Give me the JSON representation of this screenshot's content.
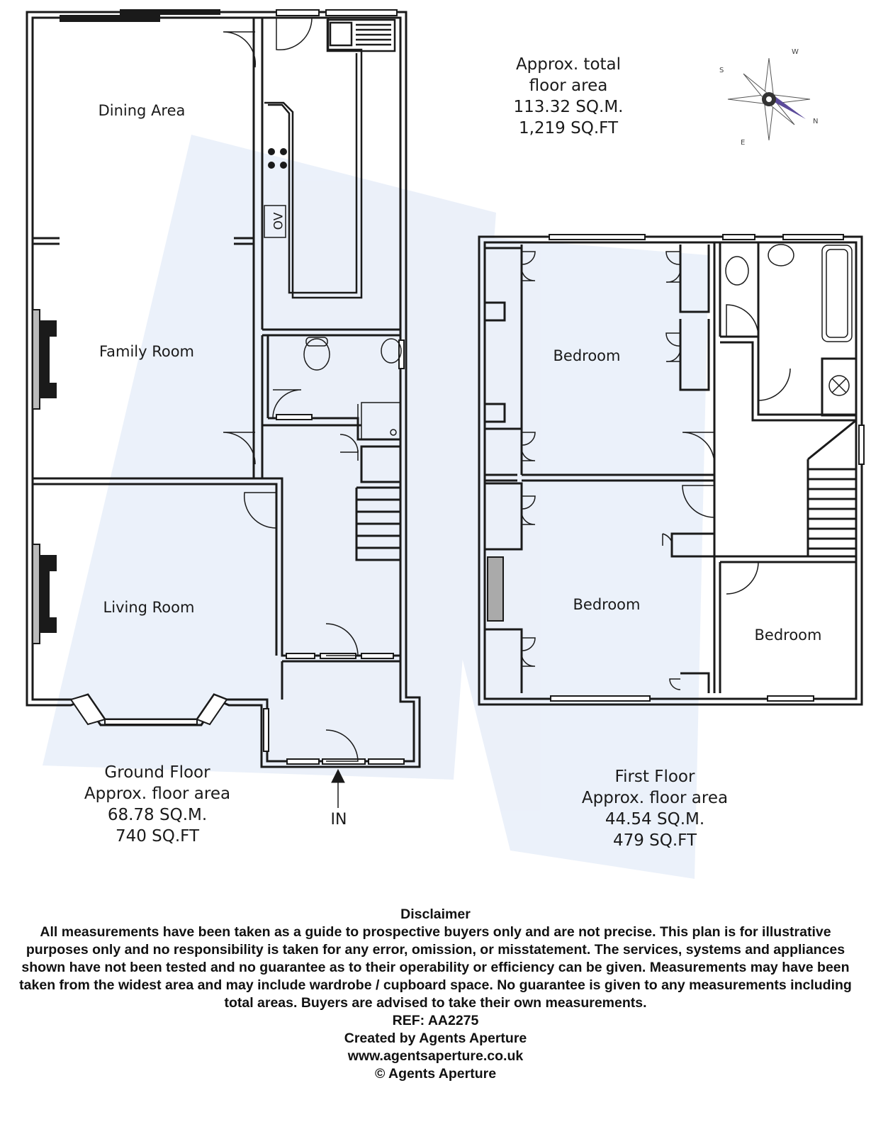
{
  "summary": {
    "total_line1": "Approx. total",
    "total_line2": "floor area",
    "total_sqm": "113.32 SQ.M.",
    "total_sqft": "1,219 SQ.FT"
  },
  "compass": {
    "n": "N",
    "s": "S",
    "e": "E",
    "w": "W",
    "icon": "compass-rose-icon"
  },
  "ground_floor": {
    "rooms": {
      "dining": "Dining Area",
      "family": "Family Room",
      "living": "Living Room",
      "oven": "OV"
    },
    "title": "Ground Floor",
    "area_label": "Approx. floor area",
    "sqm": "68.78 SQ.M.",
    "sqft": "740 SQ.FT",
    "entrance": "IN"
  },
  "first_floor": {
    "rooms": {
      "bed1": "Bedroom",
      "bed2": "Bedroom",
      "bed3": "Bedroom"
    },
    "title": "First Floor",
    "area_label": "Approx. floor area",
    "sqm": "44.54 SQ.M.",
    "sqft": "479  SQ.FT"
  },
  "disclaimer": {
    "heading": "Disclaimer",
    "body": "All measurements have been taken as a guide to prospective buyers only and are not precise. This plan is for illustrative purposes only and no responsibility is taken for any error, omission, or misstatement. The services, systems and appliances shown have not been tested and no guarantee as to their operability or efficiency can be given. Measurements may have been taken from the widest area and may include wardrobe / cupboard space. No guarantee is given to any measurements including total areas. Buyers are advised to take their own measurements.",
    "ref": "REF: AA2275",
    "created": "Created by Agents Aperture",
    "url": "www.agentsaperture.co.uk",
    "copyright": "© Agents Aperture"
  },
  "colors": {
    "wall": "#1a1a1a",
    "watermark": "#e8eef8",
    "compass_accent": "#5b4a9a"
  }
}
